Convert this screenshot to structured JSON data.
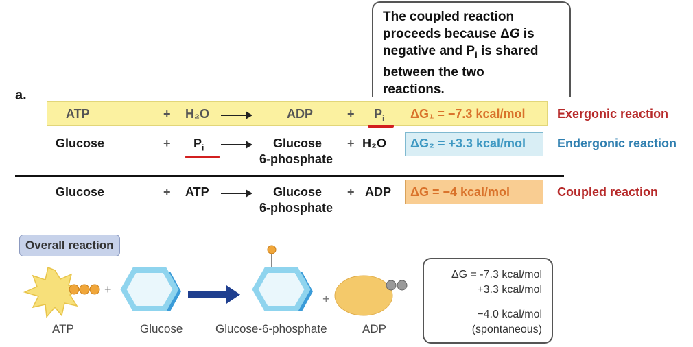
{
  "callout": {
    "line1": "The coupled reaction",
    "line2_pre": "proceeds because Δ",
    "line2_g": "G",
    "line2_post": " is",
    "line3_pre": "negative and P",
    "line3_sub": "i",
    "line3_post": " is shared",
    "line4": "between the two",
    "line5": "reactions."
  },
  "panel_label": "a.",
  "rows": {
    "exergonic": {
      "reactant1": "ATP",
      "plus1": "+",
      "reactant2": "H₂O",
      "product1": "ADP",
      "plus2": "+",
      "product2": "P",
      "product2_sub": "i",
      "dg": "ΔG₁ = −7.3 kcal/mol",
      "label": "Exergonic reaction"
    },
    "endergonic": {
      "reactant1": "Glucose",
      "plus1": "+",
      "reactant2": "P",
      "reactant2_sub": "i",
      "product1_line1": "Glucose",
      "product1_line2": "6-phosphate",
      "plus2": "+",
      "product2": "H₂O",
      "dg": "ΔG₂ = +3.3 kcal/mol",
      "label": "Endergonic reaction"
    },
    "coupled": {
      "reactant1": "Glucose",
      "plus1": "+",
      "reactant2": "ATP",
      "product1_line1": "Glucose",
      "product1_line2": "6-phosphate",
      "plus2": "+",
      "product2": "ADP",
      "dg": "ΔG = −4 kcal/mol",
      "label": "Coupled reaction"
    }
  },
  "overall": {
    "badge": "Overall reaction",
    "captions": {
      "atp": "ATP",
      "glucose": "Glucose",
      "g6p": "Glucose-6-phosphate",
      "adp": "ADP"
    },
    "plus": "+",
    "summary": {
      "line1": "ΔG = -7.3 kcal/mol",
      "line2": "+3.3 kcal/mol",
      "line3": "−4.0 kcal/mol",
      "line4": "(spontaneous)"
    }
  },
  "colors": {
    "exergonic": "#b72a2a",
    "endergonic": "#2f7fb0",
    "coupled": "#b72a2a",
    "yellow_band": "#fbf1a0",
    "blue_box": "#d9eef5",
    "orange_box": "#f9cd92",
    "hexagon": "#8fd4ee",
    "hexagon_shadow": "#3a9bd8",
    "phosphate": "#f0a63a",
    "adp_body": "#f4c96a",
    "arrow": "#1f3f8f"
  },
  "icons": [
    "atp-starburst-icon",
    "glucose-hexagon-icon",
    "reaction-arrow-icon",
    "g6p-hexagon-icon",
    "adp-oval-icon"
  ]
}
